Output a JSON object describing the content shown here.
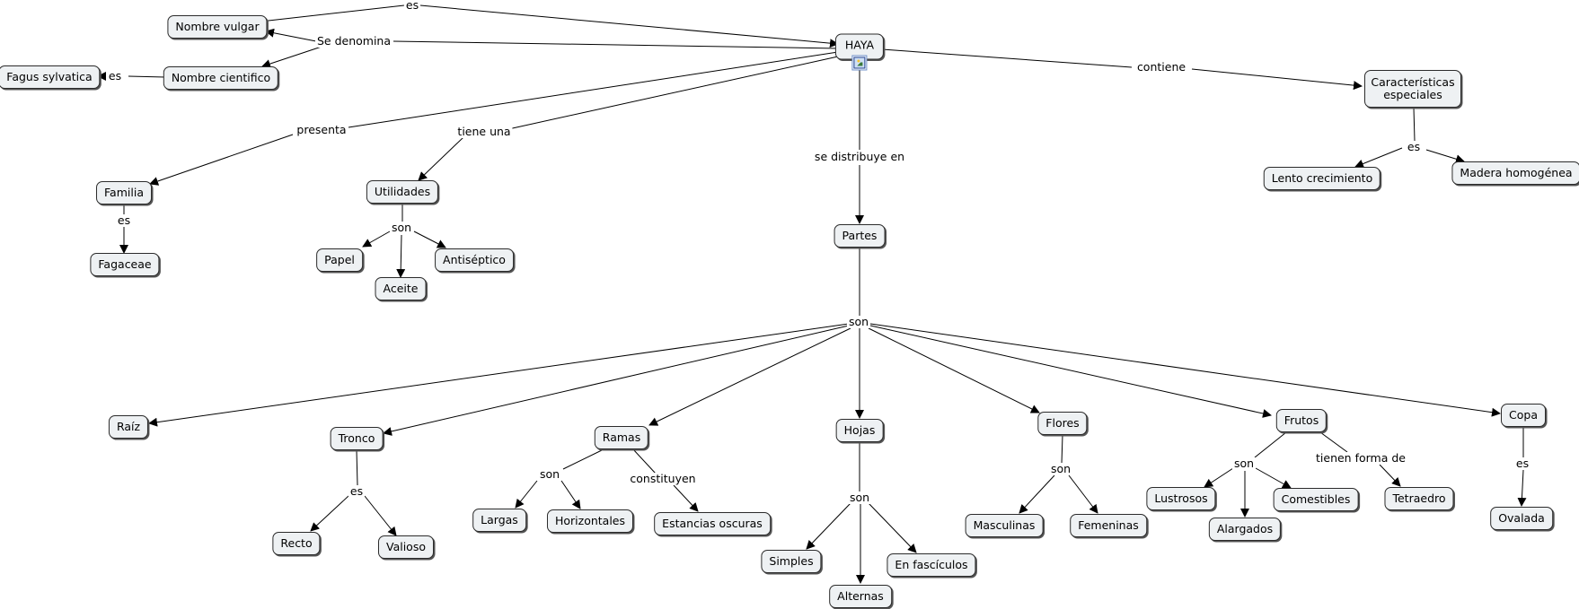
{
  "nodes": {
    "haya": "HAYA",
    "nombre_vulgar": "Nombre vulgar",
    "nombre_cientifico": "Nombre cientifico",
    "fagus_sylvatica": "Fagus sylvatica",
    "caracteristicas": "Características especiales",
    "lento": "Lento crecimiento",
    "madera": "Madera homogénea",
    "familia": "Familia",
    "fagaceae": "Fagaceae",
    "utilidades": "Utilidades",
    "papel": "Papel",
    "aceite": "Aceite",
    "antiseptico": "Antiséptico",
    "partes": "Partes",
    "raiz": "Raíz",
    "tronco": "Tronco",
    "recto": "Recto",
    "valioso": "Valioso",
    "ramas": "Ramas",
    "largas": "Largas",
    "horizontales": "Horizontales",
    "estancias": "Estancias oscuras",
    "hojas": "Hojas",
    "simples": "Simples",
    "alternas": "Alternas",
    "fasciculos": "En fascículos",
    "flores": "Flores",
    "masculinas": "Masculinas",
    "femeninas": "Femeninas",
    "frutos": "Frutos",
    "lustrosos": "Lustrosos",
    "alargados": "Alargados",
    "comestibles": "Comestibles",
    "tetraedro": "Tetraedro",
    "copa": "Copa",
    "ovalada": "Ovalada"
  },
  "links": {
    "es_vulgar": "es",
    "se_denomina": "Se denomina",
    "es_cientifico": "es",
    "contiene": "contiene",
    "es_caract": "es",
    "presenta": "presenta",
    "es_familia": "es",
    "tiene_una": "tiene una",
    "son_util": "son",
    "se_distribuye": "se distribuye en",
    "son_partes": "son",
    "es_tronco": "es",
    "son_ramas": "son",
    "constituyen": "constituyen",
    "son_hojas": "son",
    "son_flores": "son",
    "son_frutos": "son",
    "tienen_forma": "tienen forma de",
    "es_copa": "es"
  },
  "colors": {
    "node_fill": "#eef1f3",
    "node_border": "#2b2b2b",
    "line": "#000000"
  },
  "icons": {
    "root_attachment": "image-attachment-icon"
  }
}
